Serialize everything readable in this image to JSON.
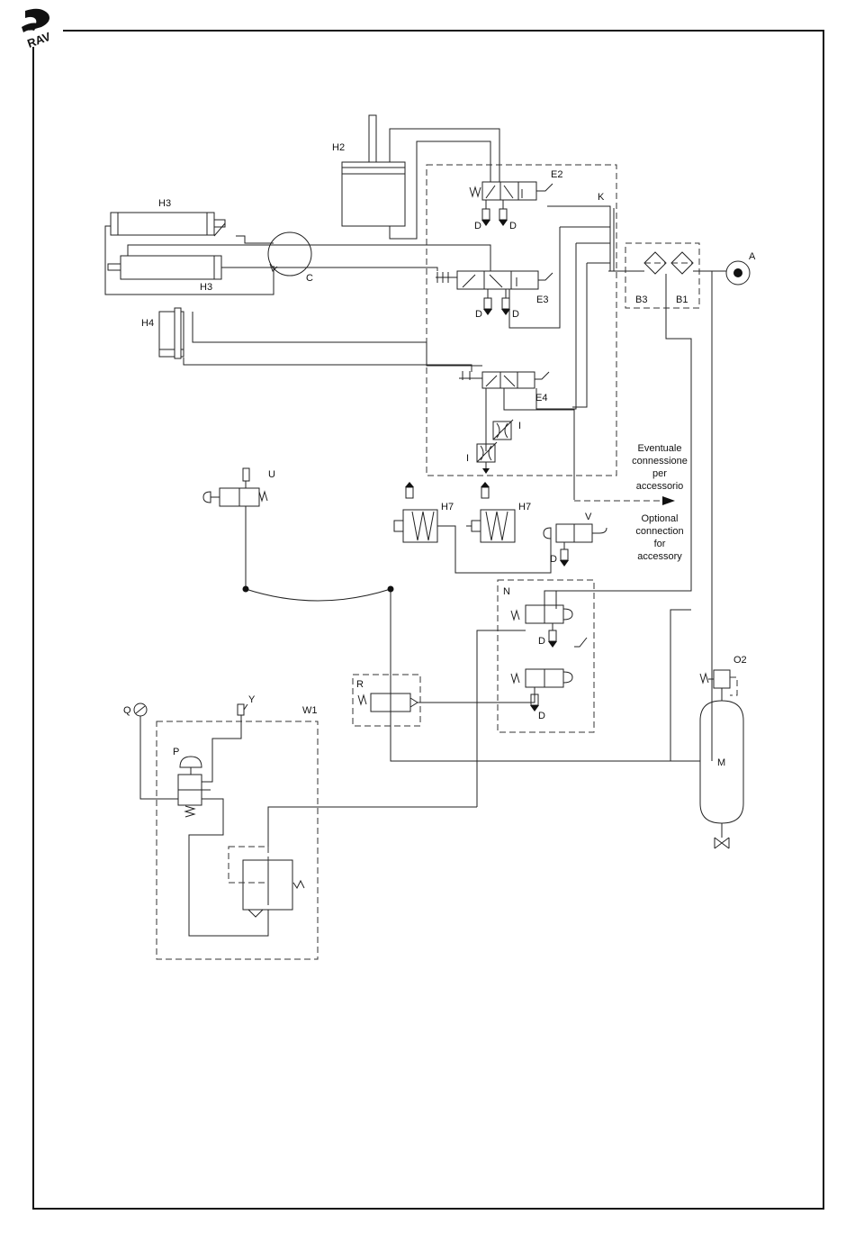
{
  "logo": {
    "text": "RAV"
  },
  "labels": {
    "H2": "H2",
    "H3_top": "H3",
    "H3_bottom": "H3",
    "H4": "H4",
    "C": "C",
    "E2": "E2",
    "E3": "E3",
    "E4": "E4",
    "K": "K",
    "A": "A",
    "B3": "B3",
    "B1": "B1",
    "I1": "I",
    "I2": "I",
    "U": "U",
    "H7_left": "H7",
    "H7_right": "H7",
    "V": "V",
    "N": "N",
    "R": "R",
    "Q": "Q",
    "Y": "Y",
    "W1": "W1",
    "P": "P",
    "M": "M",
    "O2": "O2",
    "D_e2a": "D",
    "D_e2b": "D",
    "D_e3a": "D",
    "D_e3b": "D",
    "D_v": "D",
    "D_n1": "D",
    "D_n2": "D"
  },
  "notes": {
    "it_line1": "Eventuale",
    "it_line2": "connessione",
    "it_line3": "per",
    "it_line4": "accessorio",
    "en_line1": "Optional",
    "en_line2": "connection",
    "en_line3": "for",
    "en_line4": "accessory"
  }
}
